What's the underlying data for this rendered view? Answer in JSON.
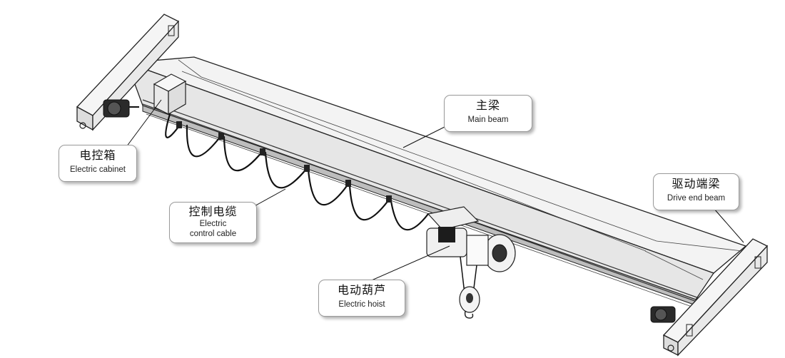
{
  "labels": {
    "main_beam": {
      "zh": "主梁",
      "en": "Main beam"
    },
    "electric_cabinet": {
      "zh": "电控箱",
      "en": "Electric cabinet"
    },
    "drive_end_beam": {
      "zh": "驱动端梁",
      "en": "Drive end beam"
    },
    "control_cable": {
      "zh": "控制电缆",
      "en_line1": "Electric",
      "en_line2": "control cable"
    },
    "electric_hoist": {
      "zh": "电动葫芦",
      "en": "Electric hoist"
    }
  },
  "colors": {
    "line": "#222222",
    "beam_fill": "#f4f4f4",
    "beam_shade": "#dcdcdc",
    "callout_border": "#9a9a9a"
  }
}
